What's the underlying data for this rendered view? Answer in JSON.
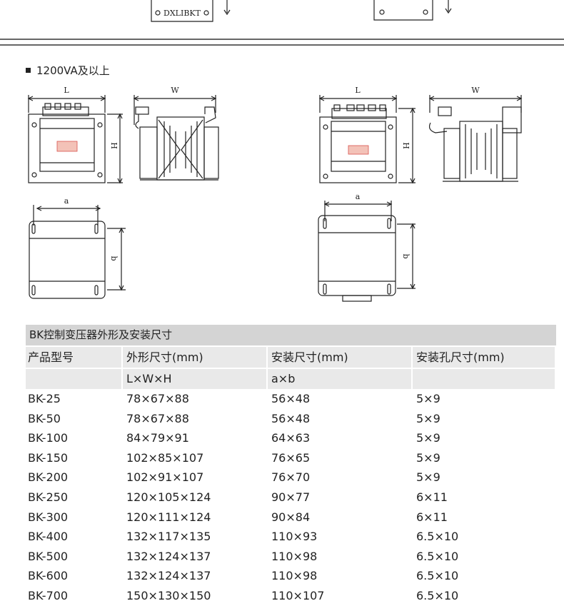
{
  "top_device": {
    "nameplate": "DXLIBKT"
  },
  "section": {
    "title": "1200VA及以上"
  },
  "drawings": {
    "dim_L": "L",
    "dim_W": "W",
    "dim_H": "H",
    "dim_a": "a",
    "dim_b": "b"
  },
  "table": {
    "caption": "BK控制变压器外形及安装尺寸",
    "headers": [
      "产品型号",
      "外形尺寸(mm)",
      "安装尺寸(mm)",
      "安装孔尺寸(mm)"
    ],
    "subheaders": [
      "",
      "L×W×H",
      "a×b",
      ""
    ],
    "rows": [
      {
        "model": "BK-25",
        "dims": "78×67×88",
        "mount": "56×48",
        "hole": "5×9"
      },
      {
        "model": "BK-50",
        "dims": "78×67×88",
        "mount": "56×48",
        "hole": "5×9"
      },
      {
        "model": "BK-100",
        "dims": "84×79×91",
        "mount": "64×63",
        "hole": "5×9"
      },
      {
        "model": "BK-150",
        "dims": "102×85×107",
        "mount": "76×65",
        "hole": "5×9"
      },
      {
        "model": "BK-200",
        "dims": "102×91×107",
        "mount": "76×70",
        "hole": "5×9"
      },
      {
        "model": "BK-250",
        "dims": "120×105×124",
        "mount": "90×77",
        "hole": "6×11"
      },
      {
        "model": "BK-300",
        "dims": "120×111×124",
        "mount": "90×84",
        "hole": "6×11"
      },
      {
        "model": "BK-400",
        "dims": "132×117×135",
        "mount": "110×93",
        "hole": "6.5×10"
      },
      {
        "model": "BK-500",
        "dims": "132×124×137",
        "mount": "110×98",
        "hole": "6.5×10"
      },
      {
        "model": "BK-600",
        "dims": "132×124×137",
        "mount": "110×98",
        "hole": "6.5×10"
      },
      {
        "model": "BK-700",
        "dims": "150×130×150",
        "mount": "110×107",
        "hole": "6.5×10"
      }
    ]
  },
  "colors": {
    "line": "#222222",
    "table_caption_bg": "#d4d4d4",
    "table_header_bg": "#e9e9e9",
    "nameplate": "#d9534f"
  }
}
